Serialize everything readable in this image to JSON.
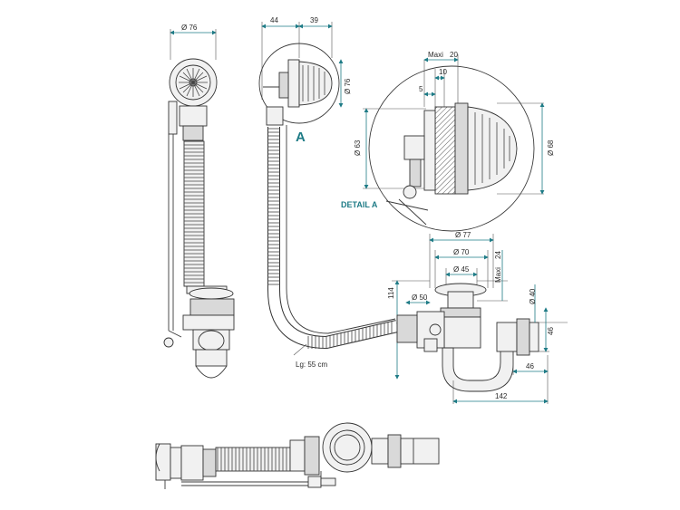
{
  "colors": {
    "accent": "#1e7b86",
    "line": "#333333"
  },
  "detail_marker": "A",
  "detail_title": "DETAIL A",
  "hose_length": "Lg: 55 cm",
  "dims": {
    "top_outlet": "Ø 76",
    "side_44": "44",
    "side_39": "39",
    "side_76": "Ø 76",
    "detail_maxi": "Maxi",
    "detail_20": "20",
    "detail_10": "10",
    "detail_5": "5",
    "detail_63": "Ø 63",
    "detail_68": "Ø 68",
    "waste_77": "Ø 77",
    "waste_70": "Ø 70",
    "waste_45": "Ø 45",
    "waste_maxi": "Maxi",
    "waste_24": "24",
    "waste_114": "114",
    "waste_50": "Ø 50",
    "trap_40": "Ø 40",
    "trap_46a": "46",
    "trap_46b": "46",
    "trap_142": "142"
  }
}
